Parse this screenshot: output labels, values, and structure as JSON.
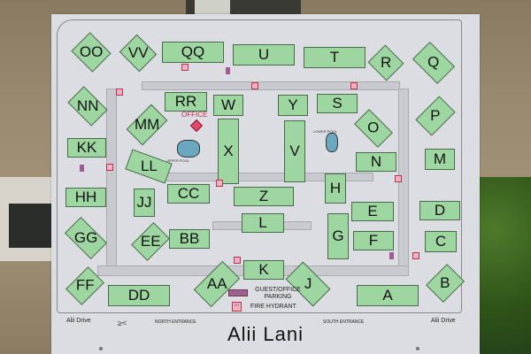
{
  "sign": {
    "title": "Alii Lani",
    "labels": {
      "office": "OFFICE",
      "lower_pool": "LOWER POOL",
      "upper_pool": "UPPER POOL",
      "pool": "POOL"
    },
    "legend": {
      "parking": "GUEST/OFFICE PARKING",
      "hydrant": "FIRE HYDRANT",
      "hydrant_icon_text": "FH"
    },
    "roads": {
      "left": "Alii Drive",
      "right": "Alii Drive",
      "north_entrance": "NORTH ENTRANCE",
      "south_entrance": "SOUTH ENTRANCE",
      "north_arrow": "≥<"
    },
    "buildings": [
      "OO",
      "VV",
      "QQ",
      "U",
      "T",
      "R",
      "Q",
      "NN",
      "RR",
      "W",
      "Y",
      "S",
      "P",
      "O",
      "MM",
      "KK",
      "LL",
      "X",
      "V",
      "N",
      "M",
      "HH",
      "JJ",
      "CC",
      "Z",
      "H",
      "E",
      "D",
      "GG",
      "L",
      "G",
      "F",
      "C",
      "EE",
      "BB",
      "FF",
      "DD",
      "AA",
      "K",
      "J",
      "A",
      "B"
    ]
  },
  "colors": {
    "building_fill": "#9ed6a2",
    "hydrant": "#c0304f",
    "parking": "#a0608c",
    "sign_bg": "#dcdde2"
  }
}
